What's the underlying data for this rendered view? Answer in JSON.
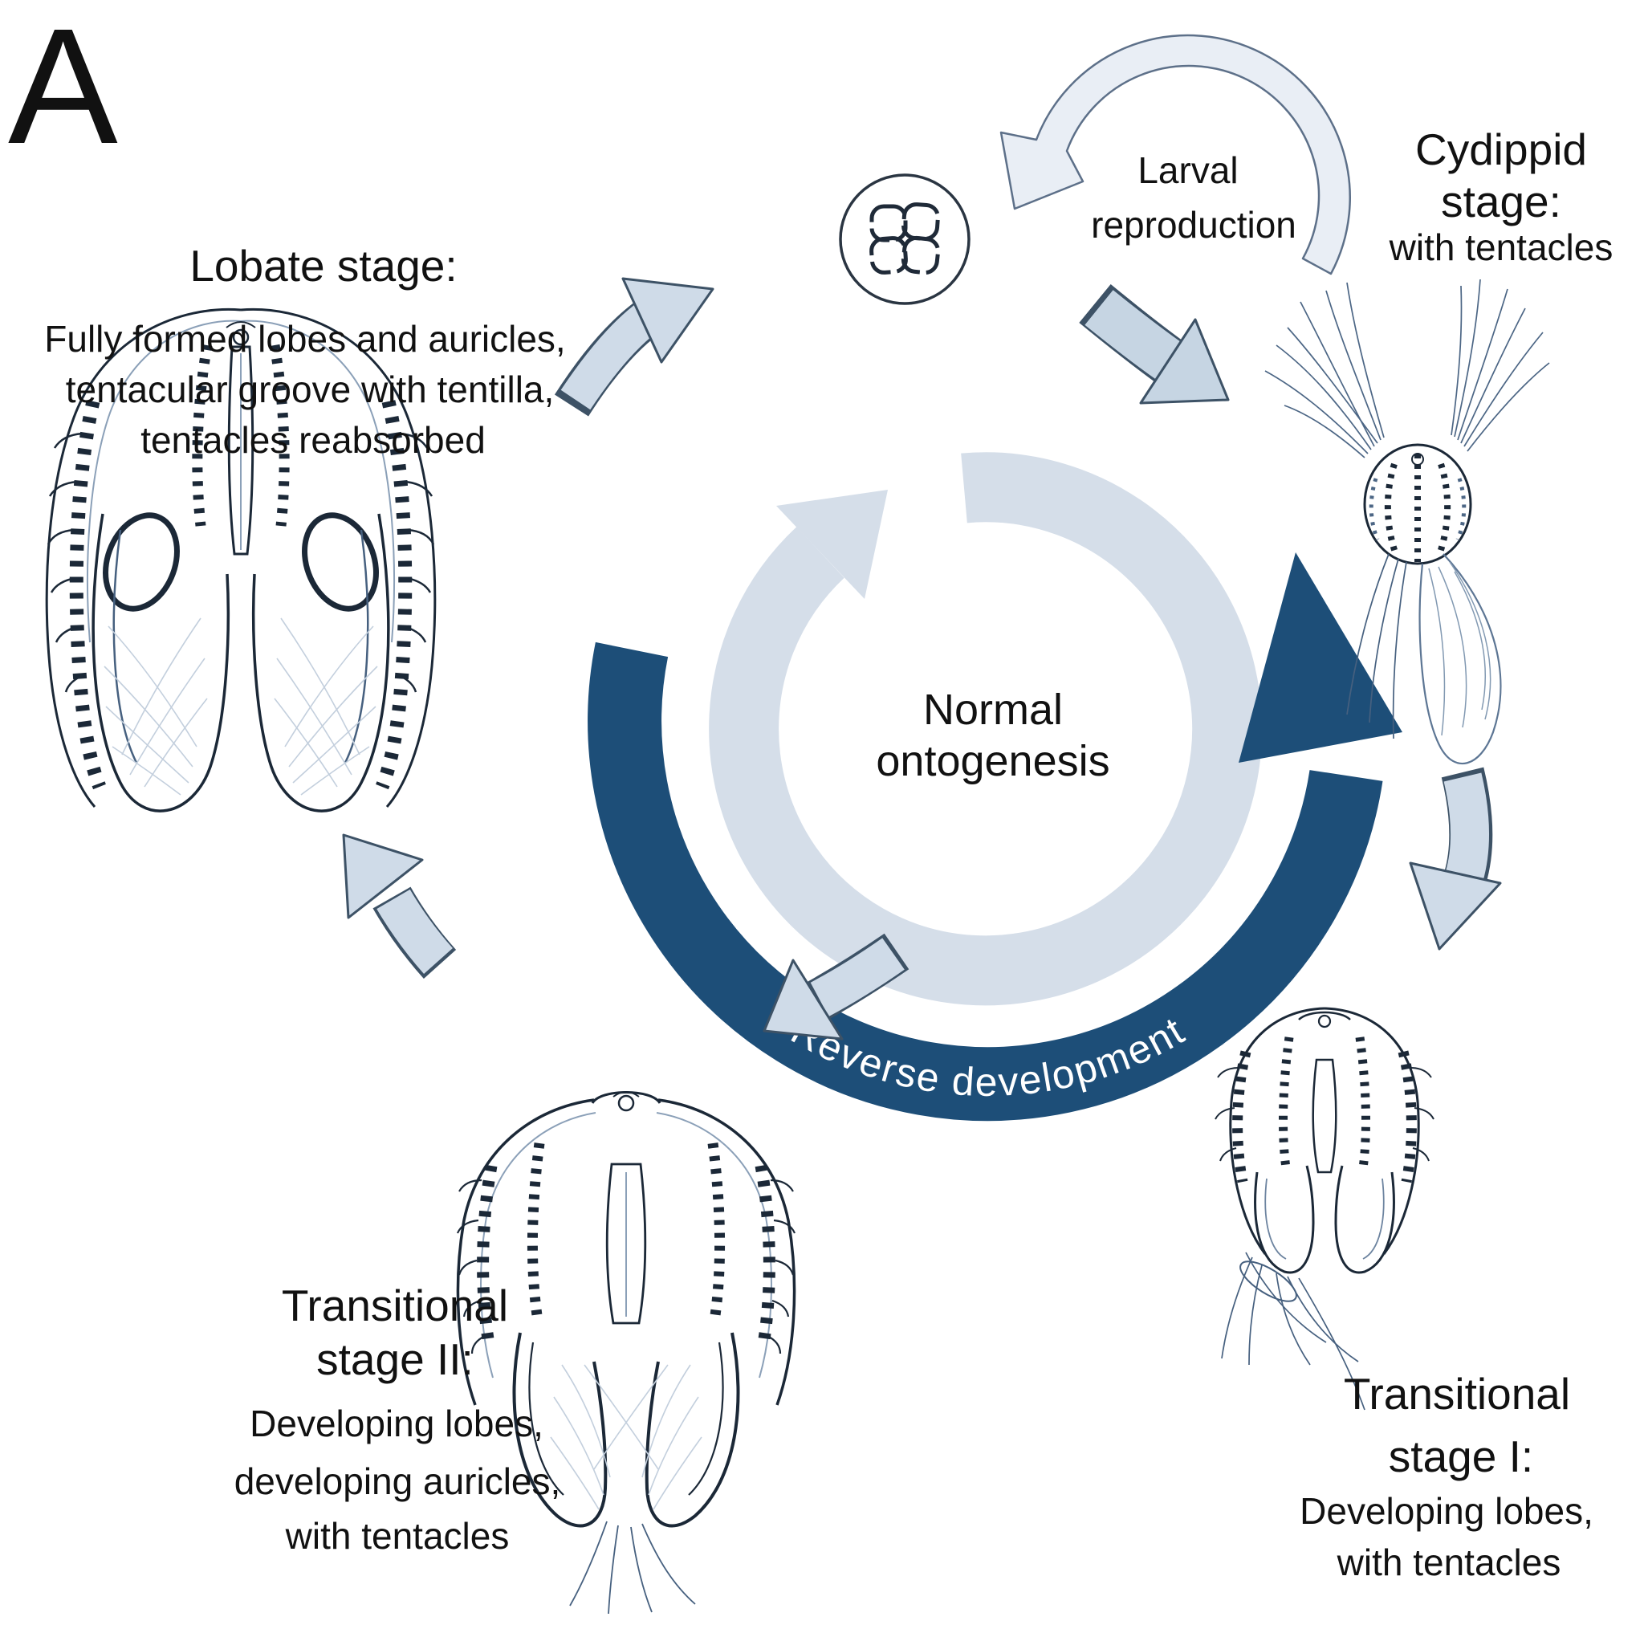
{
  "panel_label": "A",
  "center": {
    "normal_line1": "Normal",
    "normal_line2": "ontogenesis",
    "reverse_label": "Reverse development"
  },
  "annotations": {
    "larval_line1": "Larval",
    "larval_line2": "reproduction"
  },
  "stages": {
    "lobate": {
      "title": "Lobate stage:",
      "desc": [
        "Fully formed lobes and auricles,",
        "tentacular groove with tentilla,",
        "tentacles reabsorbed"
      ]
    },
    "cydippid": {
      "title_line1": "Cydippid",
      "title_line2": "stage:",
      "desc": "with tentacles"
    },
    "transitional1": {
      "title_line1": "Transitional",
      "title_line2": "stage I:",
      "desc": [
        "Developing lobes,",
        "with tentacles"
      ]
    },
    "transitional2": {
      "title_line1": "Transitional",
      "title_line2": "stage II:",
      "desc": [
        "Developing lobes,",
        "developing auricles,",
        "with tentacles"
      ]
    }
  },
  "colors": {
    "background": "#ffffff",
    "reverse_arc": "#1d4e78",
    "cycle_ring": "#d5dee9",
    "arrow_fill": "#cfdbe8",
    "arrow_fill_big": "#c6d5e3",
    "larval_arrow_fill": "#e9eef5",
    "arrow_outline": "#3d5266",
    "illustration_ink": "#1b2837",
    "illustration_light": "#8ba0b8",
    "text": "#111111",
    "reverse_text": "#ffffff"
  }
}
